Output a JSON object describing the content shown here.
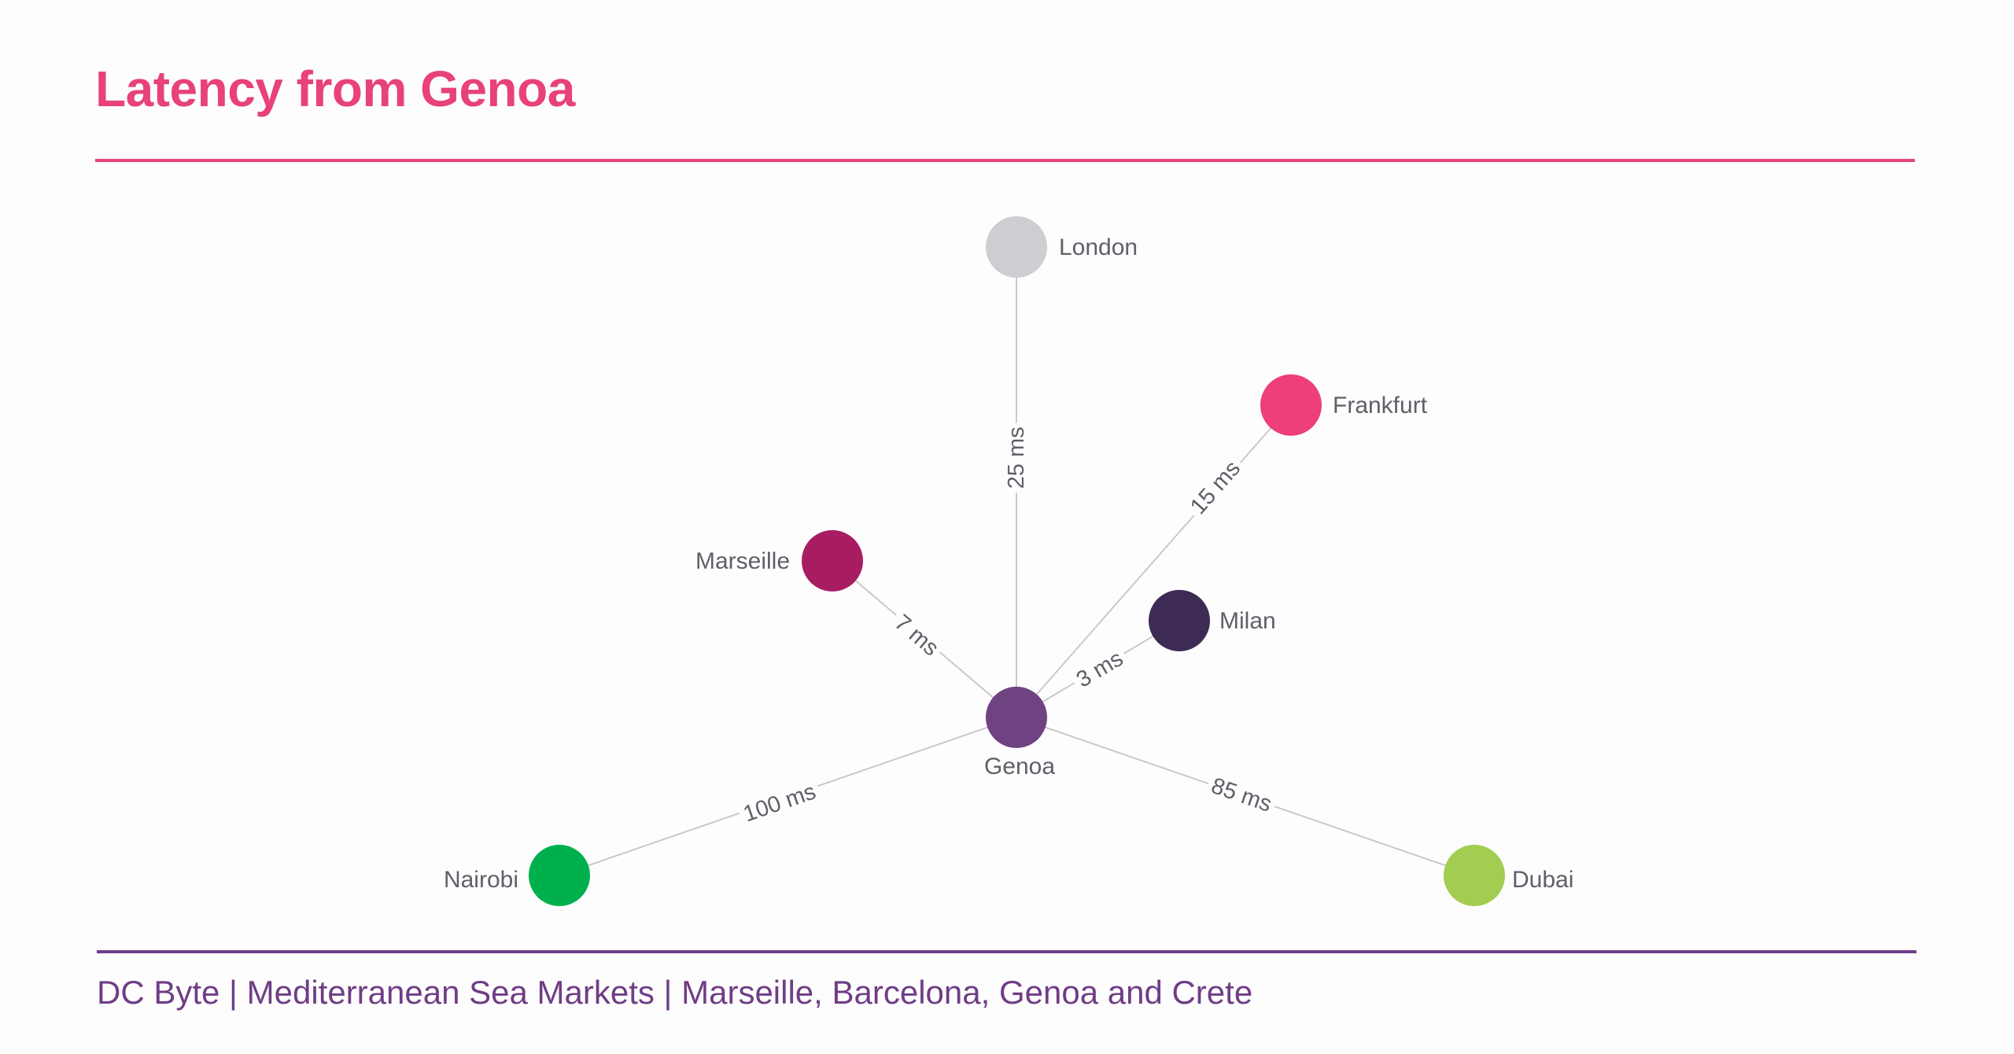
{
  "title": "Latency from Genoa",
  "footer": "DC Byte | Mediterranean Sea Markets | Marseille, Barcelona, Genoa and Crete",
  "colors": {
    "title": "#e8417c",
    "footer": "#6f3d86",
    "edge": "#c9c9c9",
    "label": "#5f5f68"
  },
  "hub": {
    "name": "Genoa",
    "color": "#6f4381"
  },
  "nodes": [
    {
      "name": "London",
      "latency": "25 ms",
      "color": "#cdcdd2"
    },
    {
      "name": "Frankfurt",
      "latency": "15 ms",
      "color": "#ee3e7c"
    },
    {
      "name": "Marseille",
      "latency": "7 ms",
      "color": "#a81d62"
    },
    {
      "name": "Milan",
      "latency": "3 ms",
      "color": "#3d2a55"
    },
    {
      "name": "Nairobi",
      "latency": "100 ms",
      "color": "#00b04c"
    },
    {
      "name": "Dubai",
      "latency": "85 ms",
      "color": "#a2cd50"
    }
  ]
}
